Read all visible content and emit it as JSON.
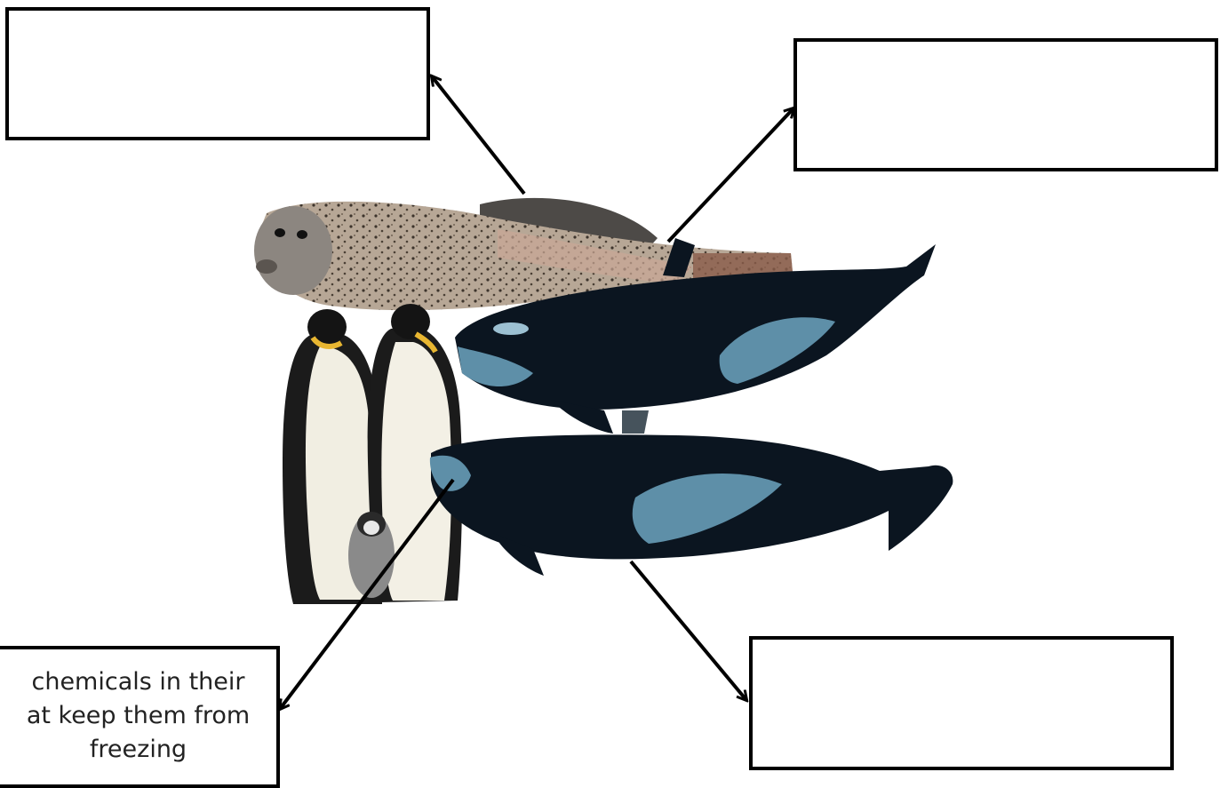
{
  "boxes": {
    "top_left": {
      "lines": []
    },
    "top_right": {
      "lines": []
    },
    "bottom_right": {
      "lines": []
    },
    "bottom_left": {
      "lines": [
        "chemicals in their",
        "at keep them from",
        "freezing"
      ]
    }
  },
  "colors": {
    "border": "#000000",
    "orca_black": "#0b1520",
    "orca_patch": "#5e8fa8",
    "seal_fur": "#b7a796",
    "penguin_belly": "#f1eee2",
    "penguin_yellow": "#e8b631"
  }
}
